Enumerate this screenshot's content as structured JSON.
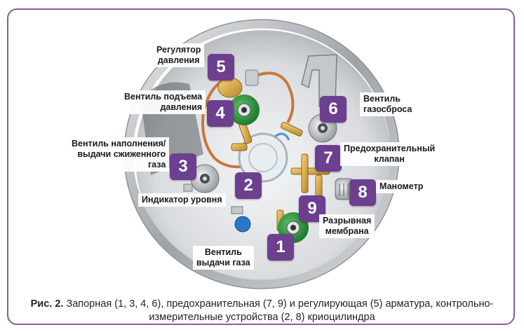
{
  "figure": {
    "caption_prefix": "Рис. 2.",
    "caption_text": "Запорная (1, 3, 4, 6), предохранительная (7, 9) и регулирующая (5) арматура, контрольно-измерительные устройства (2, 8) криоцилиндра"
  },
  "callouts": [
    {
      "number": "1",
      "lines": [
        "Вентиль",
        "выдачи газа"
      ]
    },
    {
      "number": "2",
      "lines": [
        "Индикатор уровня"
      ]
    },
    {
      "number": "3",
      "lines": [
        "Вентиль наполнения/",
        "выдачи сжиженного",
        "газа"
      ]
    },
    {
      "number": "4",
      "lines": [
        "Вентиль подъема",
        "давления"
      ]
    },
    {
      "number": "5",
      "lines": [
        "Регулятор",
        "давления"
      ]
    },
    {
      "number": "6",
      "lines": [
        "Вентиль",
        "газосброса"
      ]
    },
    {
      "number": "7",
      "lines": [
        "Предохранительный",
        "клапан"
      ]
    },
    {
      "number": "8",
      "lines": [
        "Манометр"
      ]
    },
    {
      "number": "9",
      "lines": [
        "Разрывная",
        "мембрана"
      ]
    }
  ],
  "colors": {
    "badge": "#6c3f8f",
    "frame": "#8a5aa6"
  }
}
